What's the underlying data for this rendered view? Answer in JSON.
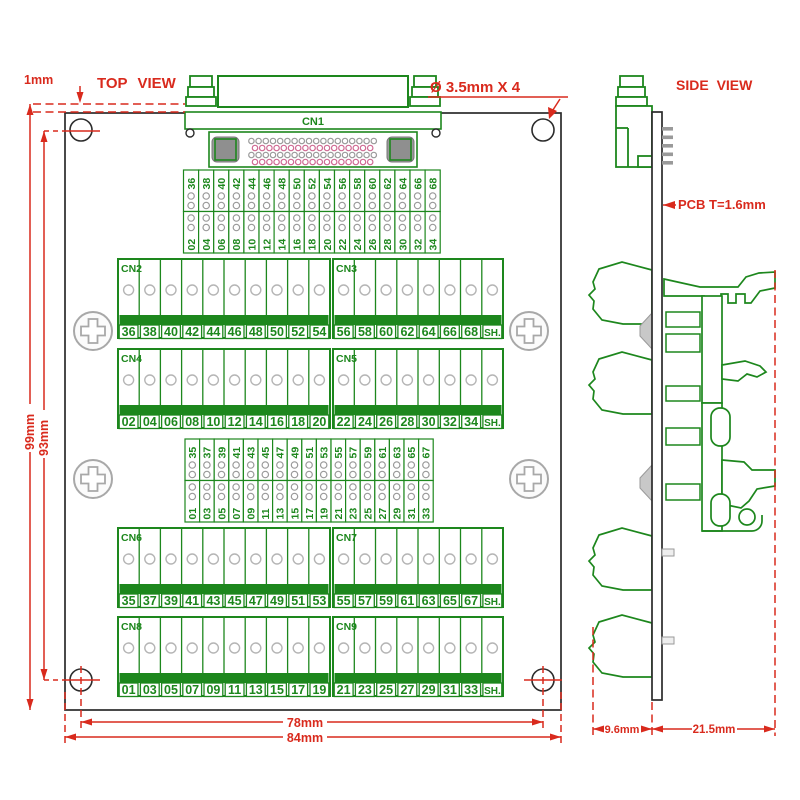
{
  "colors": {
    "green": "#1d871d",
    "red": "#d92a1d",
    "gray": "#9a9a9a",
    "light_gray": "#b5b5b5",
    "pink": "#cf6a93",
    "dark": "#2b2b2b"
  },
  "top_view": {
    "title": "TOP VIEW",
    "hole_note": "Ø 3.5mm  X  4",
    "connector_label": "CN1",
    "upper_pin_strip": {
      "top_row": [
        "36",
        "38",
        "40",
        "42",
        "44",
        "46",
        "48",
        "50",
        "52",
        "54",
        "56",
        "58",
        "60",
        "62",
        "64",
        "66",
        "68"
      ],
      "bottom_row": [
        "02",
        "04",
        "06",
        "08",
        "10",
        "12",
        "14",
        "16",
        "18",
        "20",
        "22",
        "24",
        "26",
        "28",
        "30",
        "32",
        "34"
      ]
    },
    "lower_pin_strip": {
      "top_row": [
        "35",
        "37",
        "39",
        "41",
        "43",
        "45",
        "47",
        "49",
        "51",
        "53",
        "55",
        "57",
        "59",
        "61",
        "63",
        "65",
        "67"
      ],
      "bottom_row": [
        "01",
        "03",
        "05",
        "07",
        "09",
        "11",
        "13",
        "15",
        "17",
        "19",
        "21",
        "23",
        "25",
        "27",
        "29",
        "31",
        "33"
      ]
    },
    "terminal_rows": [
      {
        "left": {
          "name": "CN2",
          "terminals": [
            "36",
            "38",
            "40",
            "42",
            "44",
            "46",
            "48",
            "50",
            "52",
            "54"
          ]
        },
        "right": {
          "name": "CN3",
          "terminals": [
            "56",
            "58",
            "60",
            "62",
            "64",
            "66",
            "68",
            "SH."
          ]
        }
      },
      {
        "left": {
          "name": "CN4",
          "terminals": [
            "02",
            "04",
            "06",
            "08",
            "10",
            "12",
            "14",
            "16",
            "18",
            "20"
          ]
        },
        "right": {
          "name": "CN5",
          "terminals": [
            "22",
            "24",
            "26",
            "28",
            "30",
            "32",
            "34",
            "SH."
          ]
        }
      },
      {
        "left": {
          "name": "CN6",
          "terminals": [
            "35",
            "37",
            "39",
            "41",
            "43",
            "45",
            "47",
            "49",
            "51",
            "53"
          ]
        },
        "right": {
          "name": "CN7",
          "terminals": [
            "55",
            "57",
            "59",
            "61",
            "63",
            "65",
            "67",
            "SH."
          ]
        }
      },
      {
        "left": {
          "name": "CN8",
          "terminals": [
            "01",
            "03",
            "05",
            "07",
            "09",
            "11",
            "13",
            "15",
            "17",
            "19"
          ]
        },
        "right": {
          "name": "CN9",
          "terminals": [
            "21",
            "23",
            "25",
            "27",
            "29",
            "31",
            "33",
            "SH."
          ]
        }
      }
    ],
    "dimensions": {
      "offset_top": "1mm",
      "height_outer": "99mm",
      "height_holes": "93mm",
      "width_holes": "78mm",
      "width_outer": "84mm"
    }
  },
  "side_view": {
    "title": "SIDE VIEW",
    "pcb_note": "PCB T=1.6mm",
    "dimensions": {
      "depth_left": "9.6mm",
      "depth_right": "21.5mm"
    }
  }
}
